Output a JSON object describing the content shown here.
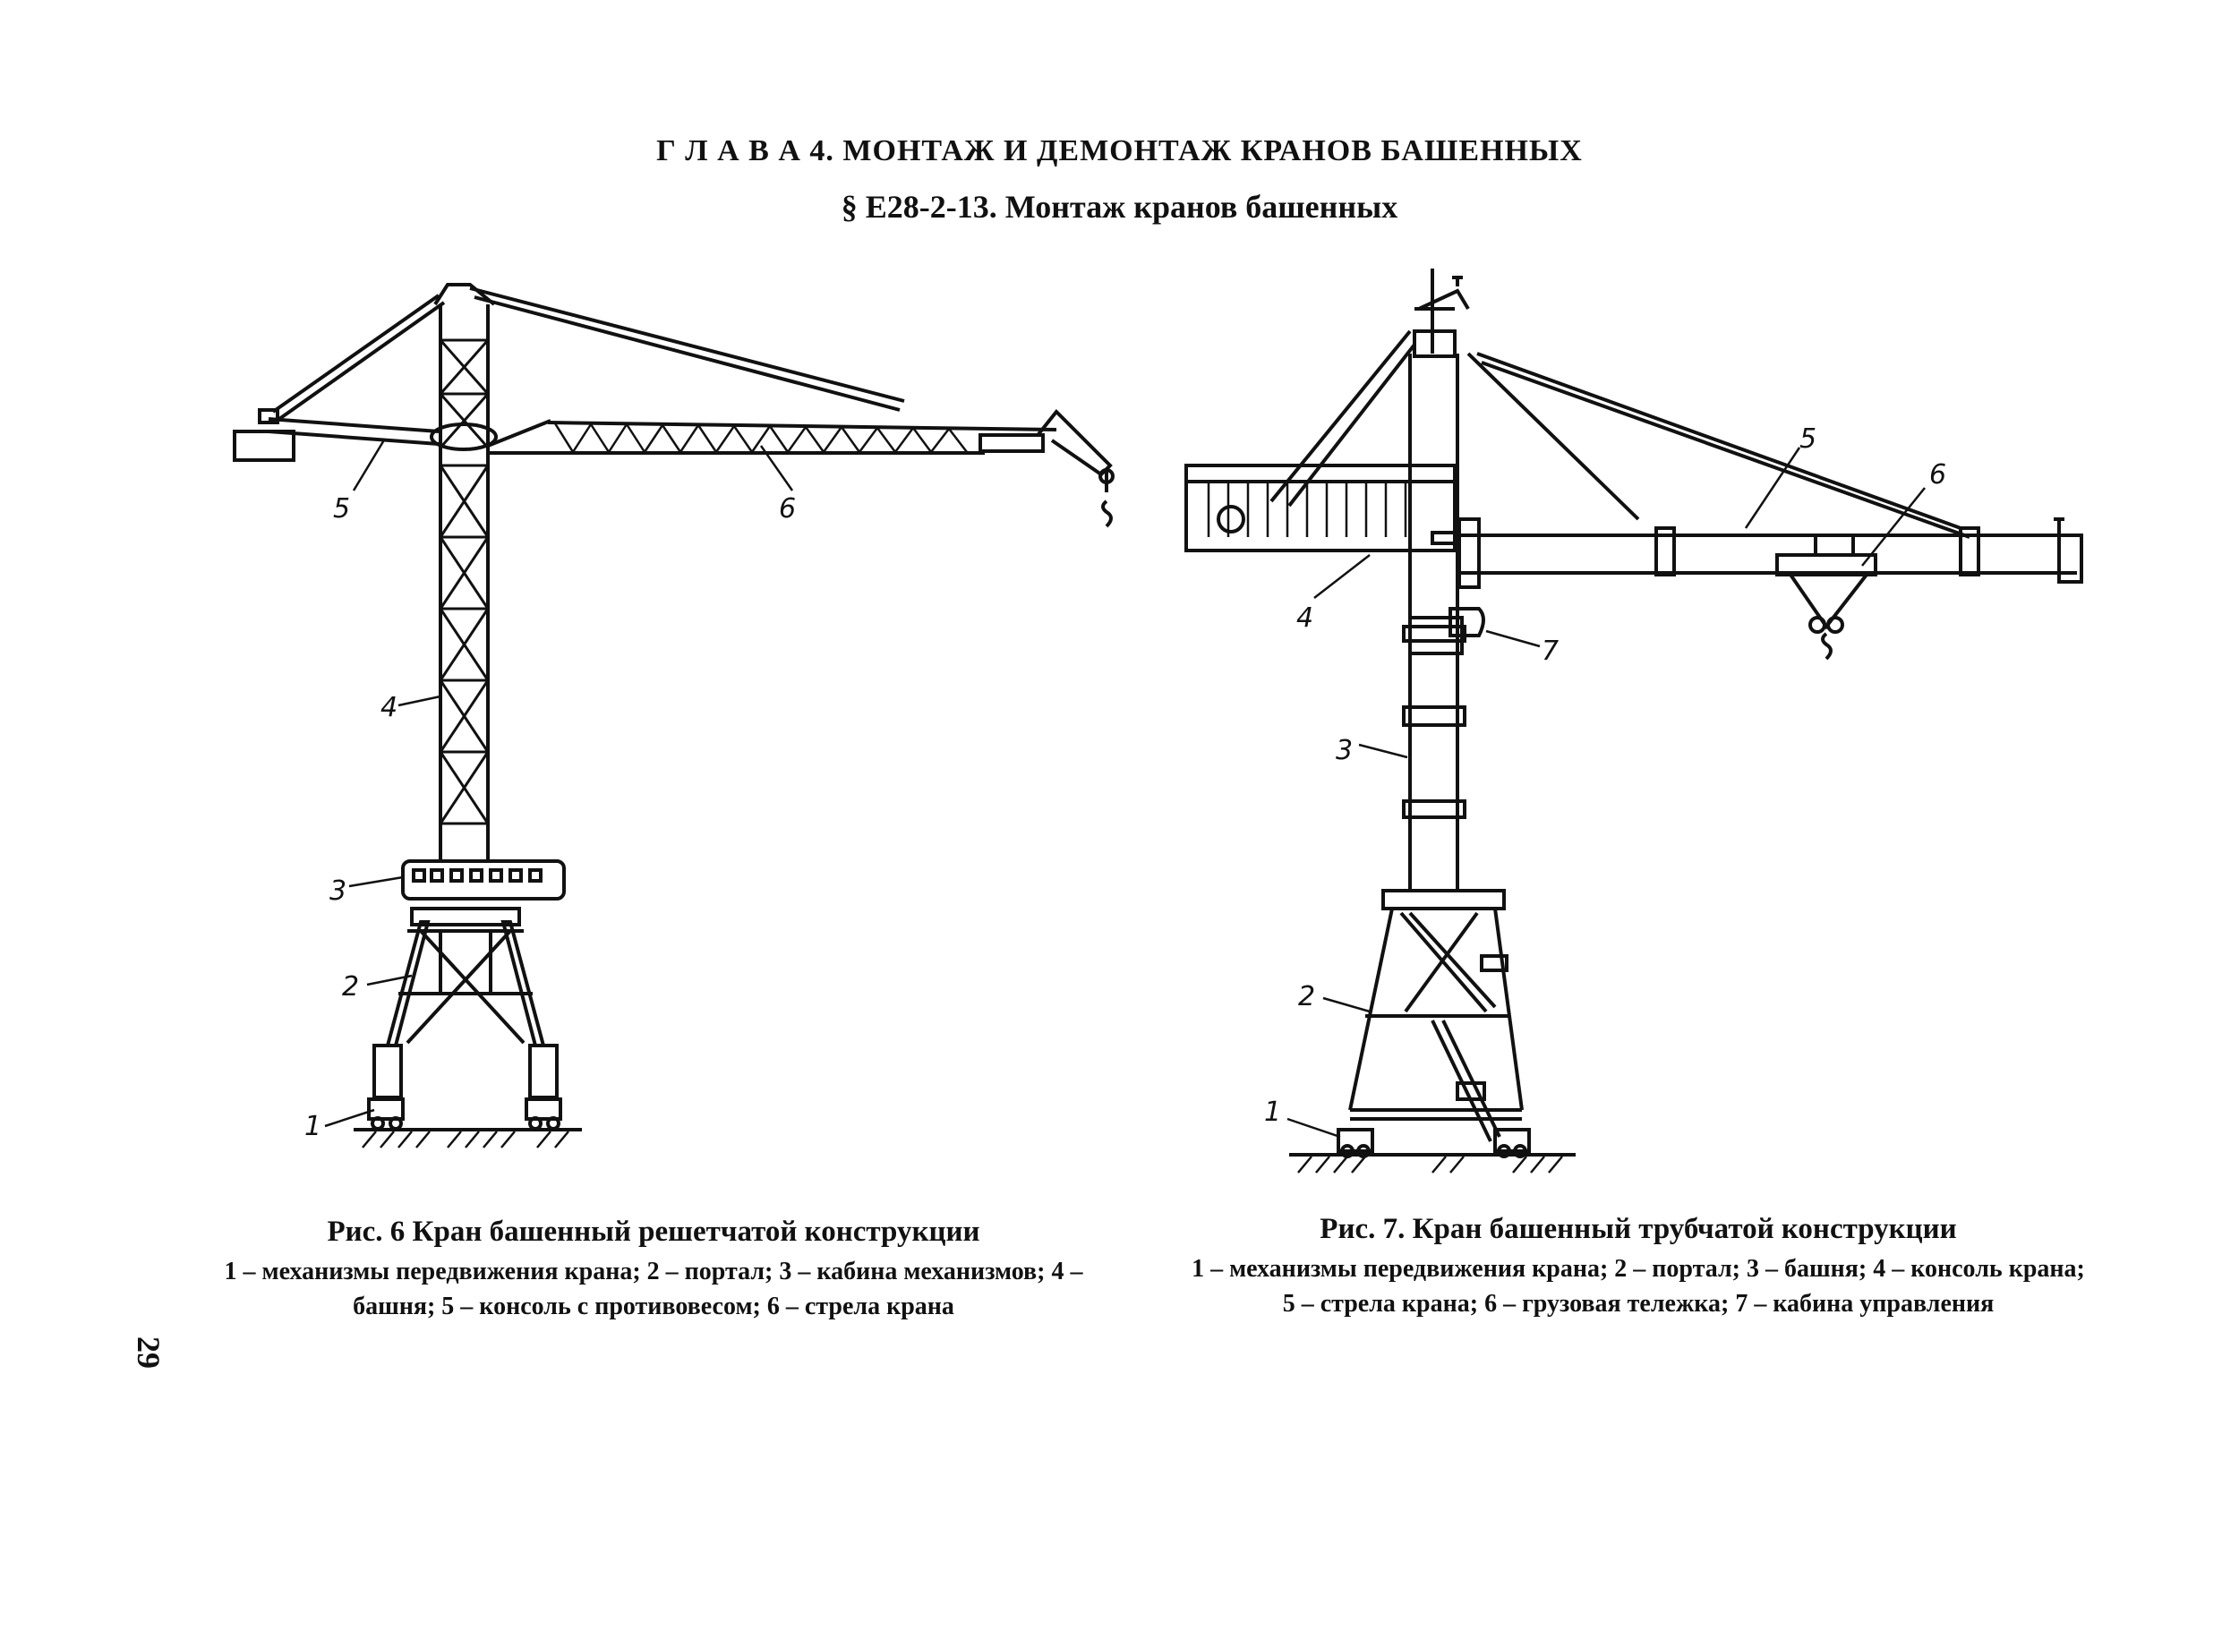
{
  "chapter_title": "Г Л А В А 4. МОНТАЖ И ДЕМОНТАЖ КРАНОВ БАШЕННЫХ",
  "section_title": "§ Е28-2-13. Монтаж кранов башенных",
  "figure6": {
    "title": "Рис. 6 Кран башенный решетчатой конструкции",
    "legend": "1 – механизмы передвижения крана; 2 – портал; 3 – кабина механизмов; 4 – башня; 5 – консоль с противовесом; 6 – стрела крана",
    "labels": [
      "1",
      "2",
      "3",
      "4",
      "5",
      "6"
    ]
  },
  "figure7": {
    "title": "Рис. 7. Кран башенный трубчатой конструкции",
    "legend": "1 – механизмы передвижения крана; 2 – портал; 3 – башня; 4 – консоль крана; 5 – стрела крана; 6 – грузовая тележка; 7 – кабина управления",
    "labels": [
      "1",
      "2",
      "3",
      "4",
      "5",
      "6",
      "7"
    ]
  },
  "page_number": "29"
}
